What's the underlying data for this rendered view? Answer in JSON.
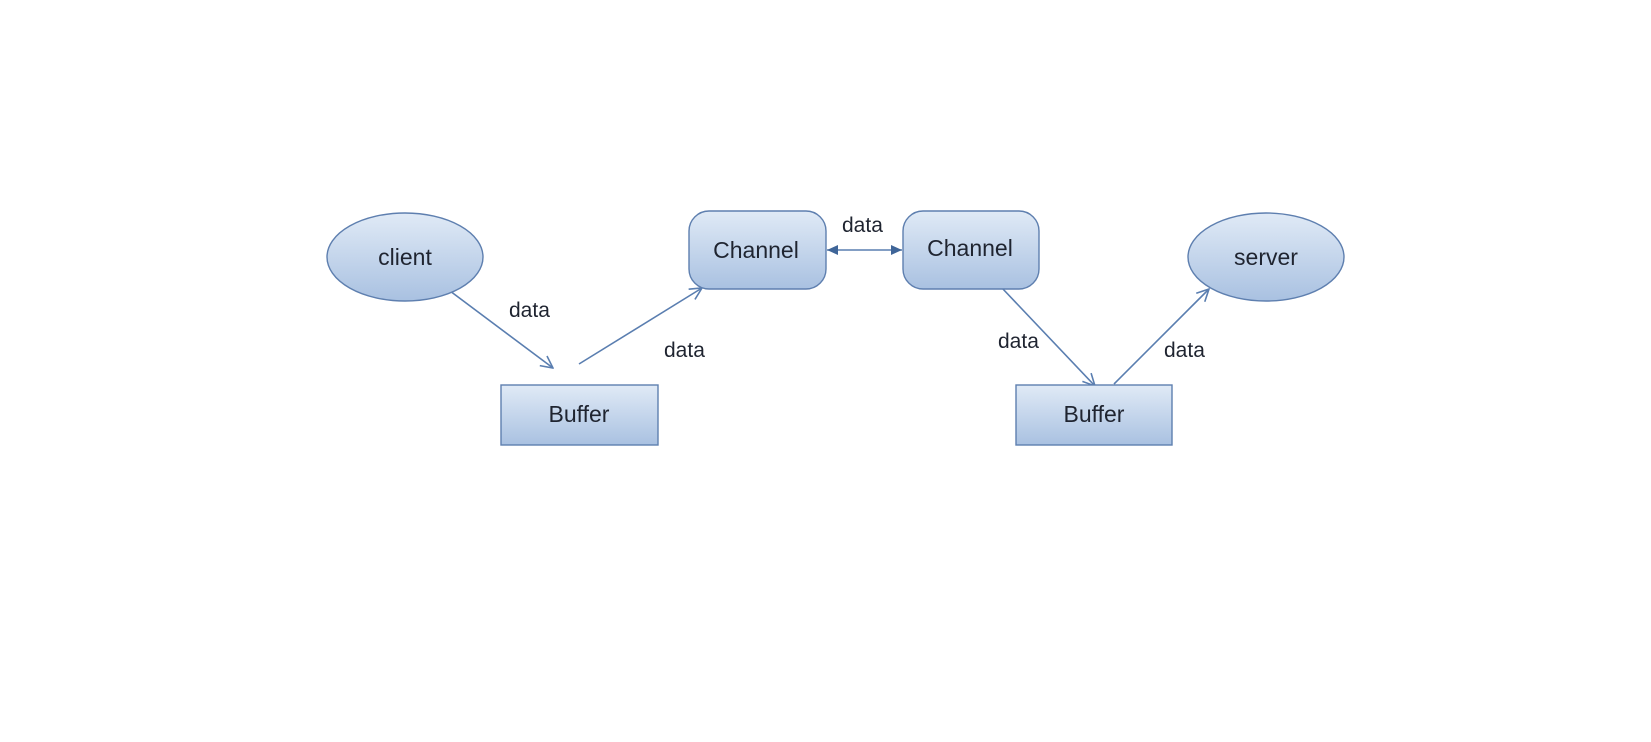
{
  "diagram": {
    "nodes": {
      "client": {
        "label": "client",
        "shape": "ellipse"
      },
      "buffer_left": {
        "label": "Buffer",
        "shape": "rectangle"
      },
      "channel_left": {
        "label": "Channel",
        "shape": "rounded-rectangle"
      },
      "channel_right": {
        "label": "Channel",
        "shape": "rounded-rectangle"
      },
      "buffer_right": {
        "label": "Buffer",
        "shape": "rectangle"
      },
      "server": {
        "label": "server",
        "shape": "ellipse"
      }
    },
    "edges": [
      {
        "from": "client",
        "to": "buffer_left",
        "label": "data",
        "direction": "forward"
      },
      {
        "from": "buffer_left",
        "to": "channel_left",
        "label": "data",
        "direction": "forward"
      },
      {
        "from": "channel_left",
        "to": "channel_right",
        "label": "data",
        "direction": "both"
      },
      {
        "from": "channel_right",
        "to": "buffer_right",
        "label": "data",
        "direction": "forward"
      },
      {
        "from": "buffer_right",
        "to": "server",
        "label": "data",
        "direction": "forward"
      }
    ],
    "colors": {
      "node_fill_top": "#e0eaf6",
      "node_fill_bottom": "#a9c1e1",
      "node_stroke": "#5e7faf",
      "edge": "#5a7eb0",
      "text": "#1f2430"
    }
  }
}
